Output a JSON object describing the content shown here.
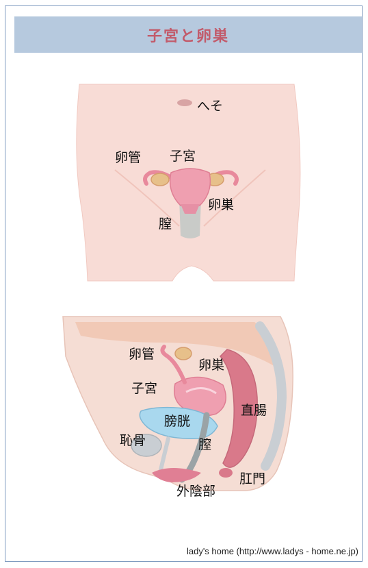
{
  "header": {
    "title": "子宮と卵巣"
  },
  "front_view": {
    "labels": {
      "navel": "へそ",
      "fallopian_tube": "卵管",
      "uterus": "子宮",
      "ovary": "卵巣",
      "vagina": "膣"
    }
  },
  "side_view": {
    "labels": {
      "fallopian_tube": "卵管",
      "ovary": "卵巣",
      "uterus": "子宮",
      "rectum": "直腸",
      "bladder": "膀胱",
      "pubic_bone": "恥骨",
      "vagina": "膣",
      "anus": "肛門",
      "vulva": "外陰部"
    }
  },
  "footer": {
    "credit": "lady's home (http://www.ladys - home.ne.jp)"
  },
  "colors": {
    "header_bg": "#b6c9de",
    "title": "#c25b6b",
    "skin": "#f8dcd6",
    "uterus": "#ef9fb0",
    "bladder": "#a9d8ee",
    "bone": "#c9ced3"
  }
}
